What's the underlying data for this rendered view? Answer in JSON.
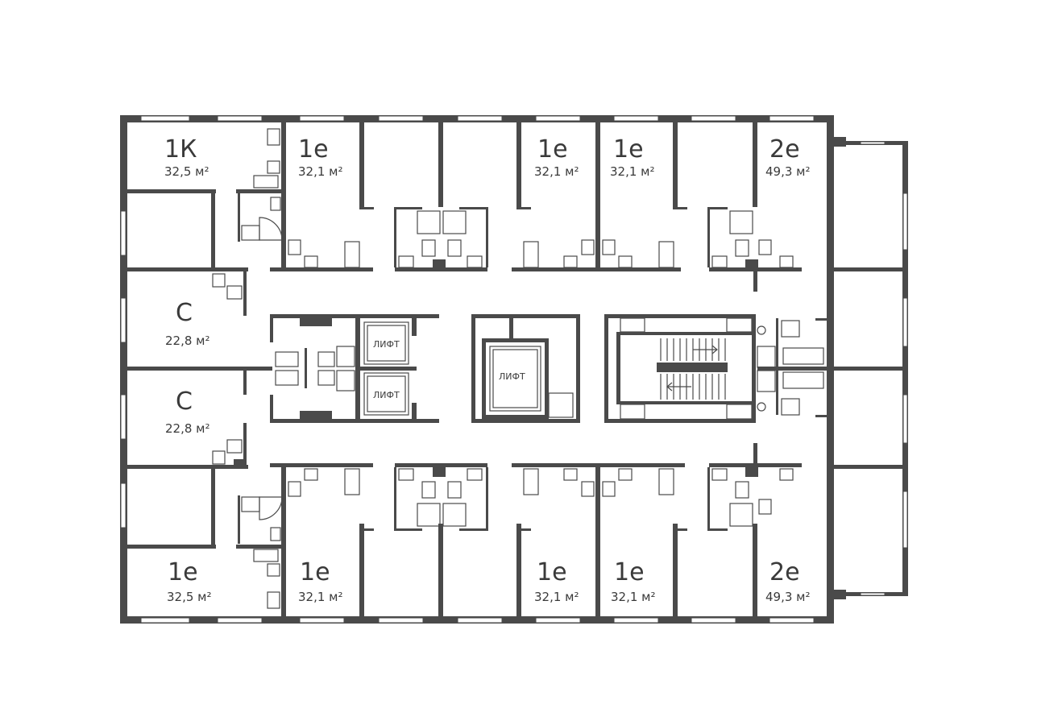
{
  "units": [
    {
      "code": "1К",
      "area": "32,5 м²"
    },
    {
      "code": "1е",
      "area": "32,1 м²"
    },
    {
      "code": "1е",
      "area": "32,1 м²"
    },
    {
      "code": "1е",
      "area": "32,1 м²"
    },
    {
      "code": "2е",
      "area": "49,3 м²"
    },
    {
      "code": "С",
      "area": "22,8 м²"
    },
    {
      "code": "С",
      "area": "22,8 м²"
    },
    {
      "code": "1е",
      "area": "32,5 м²"
    },
    {
      "code": "1е",
      "area": "32,1 м²"
    },
    {
      "code": "1е",
      "area": "32,1 м²"
    },
    {
      "code": "1е",
      "area": "32,1 м²"
    },
    {
      "code": "2е",
      "area": "49,3 м²"
    }
  ],
  "lifts": [
    "ЛИФТ",
    "ЛИФТ",
    "ЛИФТ"
  ],
  "colors": {
    "wall": "#4a4a4a",
    "text": "#3a3a3a"
  }
}
